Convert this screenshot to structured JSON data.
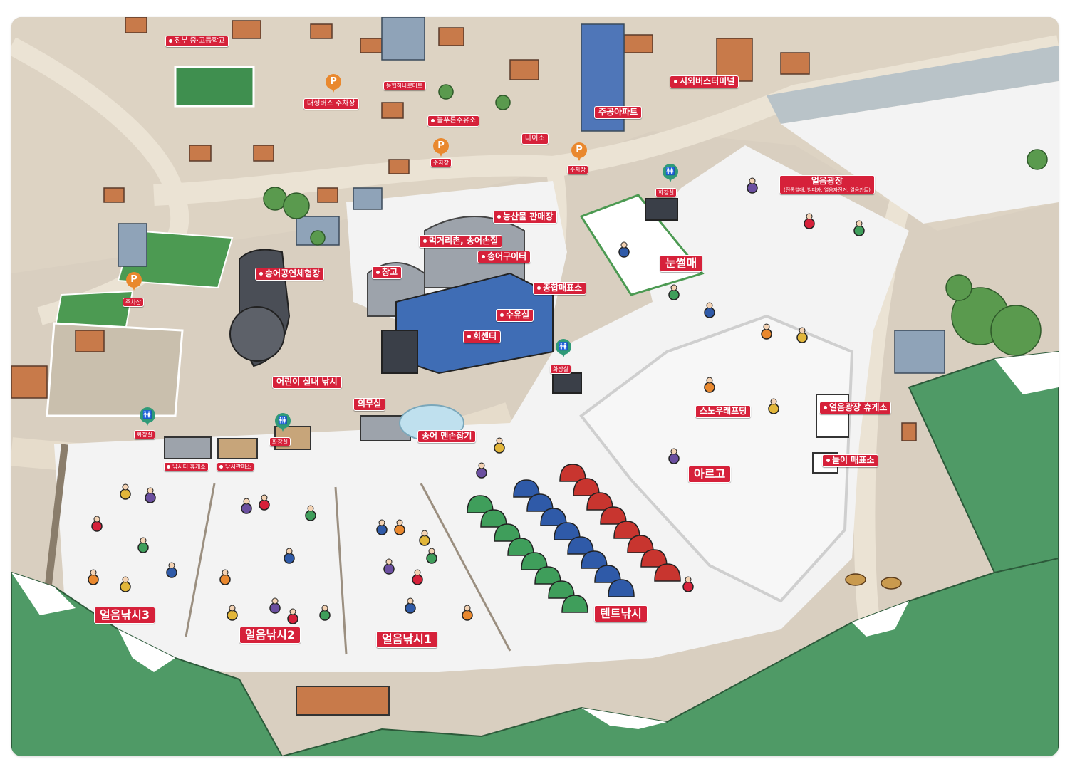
{
  "map": {
    "title": "",
    "colors": {
      "label_bg": "#d6213a",
      "snow": "#f3f3f3",
      "road": "#e0d7c8",
      "ground": "#d9cfc0",
      "mountain": "#4f9a66",
      "parking_pin": "#e9882e",
      "restroom_pin": "#2f9a78",
      "tent_green": "#3f9e5b",
      "tent_blue": "#2f5aa8",
      "tent_red": "#c8352f"
    },
    "labels": [
      {
        "id": "jinbu-school",
        "text": "진부 중·고등학교",
        "size": "s"
      },
      {
        "id": "bus-parking",
        "text": "대형버스 주차장",
        "size": "s"
      },
      {
        "id": "nonghyup-mart",
        "text": "농협하나로마트",
        "size": "xs"
      },
      {
        "id": "gas-station",
        "text": "늘푸른주유소",
        "size": "s"
      },
      {
        "id": "daiso",
        "text": "다이소",
        "size": "s"
      },
      {
        "id": "apartment",
        "text": "주공아파트",
        "size": "m"
      },
      {
        "id": "bus-terminal",
        "text": "시외버스터미널",
        "size": "m"
      },
      {
        "id": "ice-plaza",
        "text": "얼음광장",
        "size": "m",
        "sub": "(전통썰매, 범퍼카, 얼음자전거, 얼음카트)"
      },
      {
        "id": "farm-market",
        "text": "농산물 판매장",
        "size": "m"
      },
      {
        "id": "food-village",
        "text": "먹거리촌, 송어손질",
        "size": "m"
      },
      {
        "id": "trout-grill",
        "text": "송어구이터",
        "size": "m"
      },
      {
        "id": "warehouse",
        "text": "창고",
        "size": "m"
      },
      {
        "id": "trout-hall",
        "text": "송어공연체험장",
        "size": "m"
      },
      {
        "id": "ticket-office",
        "text": "종합매표소",
        "size": "m"
      },
      {
        "id": "nursing-room",
        "text": "수유실",
        "size": "m"
      },
      {
        "id": "sashimi-center",
        "text": "회센터",
        "size": "m"
      },
      {
        "id": "snow-sled",
        "text": "눈썰매",
        "size": "l"
      },
      {
        "id": "kids-fishing",
        "text": "어린이 실내 낚시",
        "size": "m"
      },
      {
        "id": "medical",
        "text": "의무실",
        "size": "m"
      },
      {
        "id": "snow-rafting",
        "text": "스노우래프팅",
        "size": "m"
      },
      {
        "id": "plaza-rest",
        "text": "얼음광장 휴게소",
        "size": "m"
      },
      {
        "id": "trout-handgrab",
        "text": "송어 맨손잡기",
        "size": "m"
      },
      {
        "id": "fishing-rest",
        "text": "낚시터 휴게소",
        "size": "xs"
      },
      {
        "id": "fishing-tickets",
        "text": "낚시판매소",
        "size": "xs"
      },
      {
        "id": "play-tickets",
        "text": "놀이 매표소",
        "size": "m"
      },
      {
        "id": "argo",
        "text": "아르고",
        "size": "l"
      },
      {
        "id": "ice-fishing-3",
        "text": "얼음낚시3",
        "size": "l"
      },
      {
        "id": "ice-fishing-2",
        "text": "얼음낚시2",
        "size": "l"
      },
      {
        "id": "ice-fishing-1",
        "text": "얼음낚시1",
        "size": "l"
      },
      {
        "id": "tent-fishing",
        "text": "텐트낚시",
        "size": "l"
      }
    ],
    "parking_pins": [
      {
        "id": "parking-bus",
        "glyph": "P",
        "icon": "parking-icon"
      },
      {
        "id": "parking-center",
        "glyph": "P",
        "icon": "parking-icon",
        "caption": "주차장"
      },
      {
        "id": "parking-east",
        "glyph": "P",
        "icon": "parking-icon",
        "caption": "주차장"
      },
      {
        "id": "parking-west",
        "glyph": "P",
        "icon": "parking-icon",
        "caption": "주차장"
      }
    ],
    "restroom_pins": [
      {
        "id": "restroom-ne",
        "glyph": "🚻",
        "icon": "restroom-icon",
        "caption": "화장실"
      },
      {
        "id": "restroom-mid",
        "glyph": "🚻",
        "icon": "restroom-icon",
        "caption": "화장실"
      },
      {
        "id": "restroom-sw",
        "glyph": "🚻",
        "icon": "restroom-icon",
        "caption": "화장실"
      },
      {
        "id": "restroom-s",
        "glyph": "🚻",
        "icon": "restroom-icon",
        "caption": "화장실"
      }
    ]
  }
}
